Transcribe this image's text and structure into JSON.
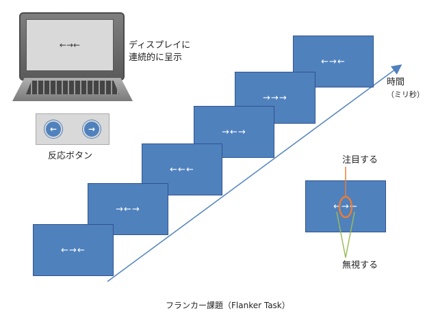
{
  "laptop": {
    "screen_text": "←→←",
    "label_line1": "ディスプレイに",
    "label_line2": "連続的に呈示"
  },
  "button_panel": {
    "left_icon": "←",
    "right_icon": "→",
    "label": "反応ボタン"
  },
  "trials": [
    {
      "text": "←→←"
    },
    {
      "text": "→←→"
    },
    {
      "text": "←←←"
    },
    {
      "text": "→←→"
    },
    {
      "text": "→→→"
    },
    {
      "text": "←→←"
    }
  ],
  "time_axis": {
    "label_line1": "時間",
    "label_line2": "（ミリ秒）"
  },
  "focus_example": {
    "text": "←→←",
    "attend_label": "注目する",
    "ignore_label": "無視する",
    "oval_color": "#ed7d31",
    "line_color": "#9bbb59"
  },
  "caption": "フランカー課題（Flanker Task）",
  "colors": {
    "trial_fill": "#4f81bd",
    "arrow_line": "#4f81bd"
  }
}
